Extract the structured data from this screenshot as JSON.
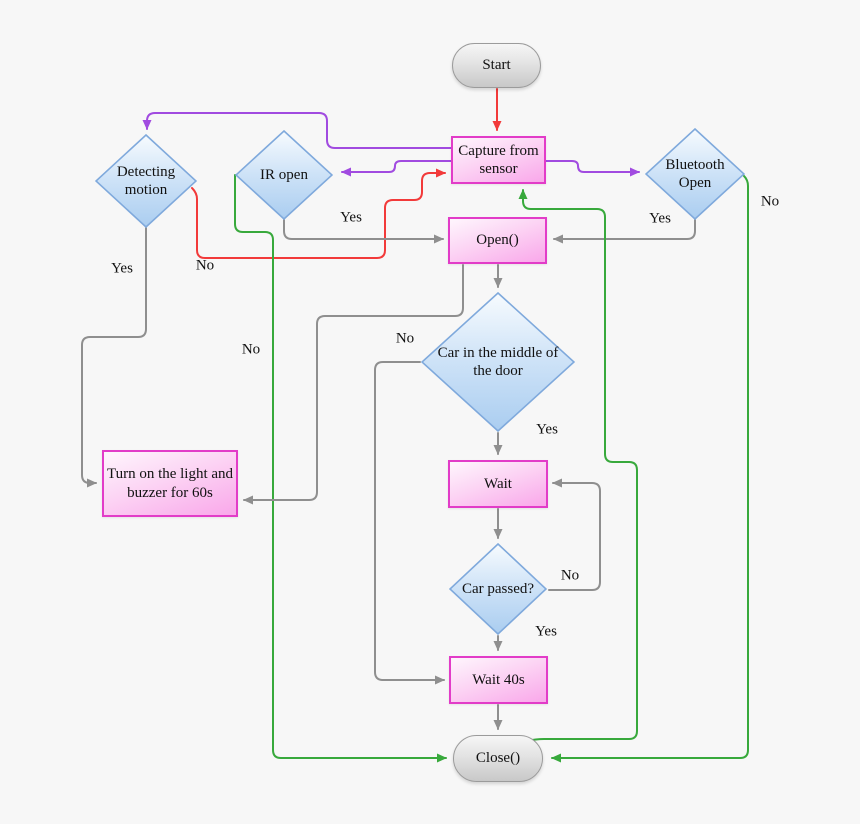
{
  "colors": {
    "background": "#f7f7f7",
    "red": "#f23a3a",
    "purple": "#a14be0",
    "green": "#38a93c",
    "gray": "#8f8f8f",
    "pink_fill": "#f9a7ea",
    "pink_border": "#e23cc8",
    "blue_border": "#7fa9dc",
    "gray_border": "#9b9b9b"
  },
  "nodes": {
    "start": {
      "label": "Start",
      "shape": "stadium"
    },
    "capture": {
      "label": "Capture from sensor",
      "shape": "rect"
    },
    "detecting": {
      "label": "Detecting motion",
      "shape": "diamond"
    },
    "ir": {
      "label": "IR open",
      "shape": "diamond"
    },
    "bluetooth": {
      "label": "Bluetooth Open",
      "shape": "diamond"
    },
    "open": {
      "label": "Open()",
      "shape": "rect"
    },
    "car_middle": {
      "label": "Car in the middle of the door",
      "shape": "diamond"
    },
    "wait": {
      "label": "Wait",
      "shape": "rect"
    },
    "car_passed": {
      "label": "Car passed?",
      "shape": "diamond"
    },
    "wait40": {
      "label": "Wait 40s",
      "shape": "rect"
    },
    "close": {
      "label": "Close()",
      "shape": "stadium"
    },
    "light": {
      "label": "Turn on the light and buzzer for 60s",
      "shape": "rect"
    }
  },
  "labels": {
    "dm_yes": "Yes",
    "dm_no": "No",
    "ir_yes": "Yes",
    "ir_no": "No",
    "bt_yes": "Yes",
    "bt_no": "No",
    "car_yes": "Yes",
    "car_no": "No",
    "passed_yes": "Yes",
    "passed_no": "No"
  },
  "edges": [
    {
      "from": "Start",
      "to": "Capture from sensor",
      "label": "",
      "color": "red"
    },
    {
      "from": "Capture from sensor",
      "to": "Detecting motion",
      "label": "",
      "color": "purple"
    },
    {
      "from": "Capture from sensor",
      "to": "IR open",
      "label": "",
      "color": "purple"
    },
    {
      "from": "Capture from sensor",
      "to": "Bluetooth Open",
      "label": "",
      "color": "purple"
    },
    {
      "from": "Detecting motion",
      "to": "Turn on the light and buzzer for 60s",
      "label": "Yes",
      "color": "gray"
    },
    {
      "from": "Detecting motion",
      "to": "Capture from sensor",
      "label": "No",
      "color": "red"
    },
    {
      "from": "IR open",
      "to": "Open()",
      "label": "Yes",
      "color": "gray"
    },
    {
      "from": "IR open",
      "to": "Close()",
      "label": "No",
      "color": "green"
    },
    {
      "from": "Bluetooth Open",
      "to": "Open()",
      "label": "Yes",
      "color": "gray"
    },
    {
      "from": "Bluetooth Open",
      "to": "Close()",
      "label": "No",
      "color": "green"
    },
    {
      "from": "Open()",
      "to": "Car in the middle of the door",
      "label": "",
      "color": "gray"
    },
    {
      "from": "Open()",
      "to": "Turn on the light and buzzer for 60s",
      "label": "",
      "color": "gray"
    },
    {
      "from": "Car in the middle of the door",
      "to": "Wait",
      "label": "Yes",
      "color": "gray"
    },
    {
      "from": "Car in the middle of the door",
      "to": "Wait 40s",
      "label": "No",
      "color": "gray"
    },
    {
      "from": "Wait",
      "to": "Car passed?",
      "label": "",
      "color": "gray"
    },
    {
      "from": "Car passed?",
      "to": "Wait",
      "label": "No",
      "color": "gray"
    },
    {
      "from": "Car passed?",
      "to": "Wait 40s",
      "label": "Yes",
      "color": "gray"
    },
    {
      "from": "Wait 40s",
      "to": "Close()",
      "label": "",
      "color": "gray"
    },
    {
      "from": "Close()",
      "to": "Capture from sensor",
      "label": "",
      "color": "green"
    }
  ]
}
